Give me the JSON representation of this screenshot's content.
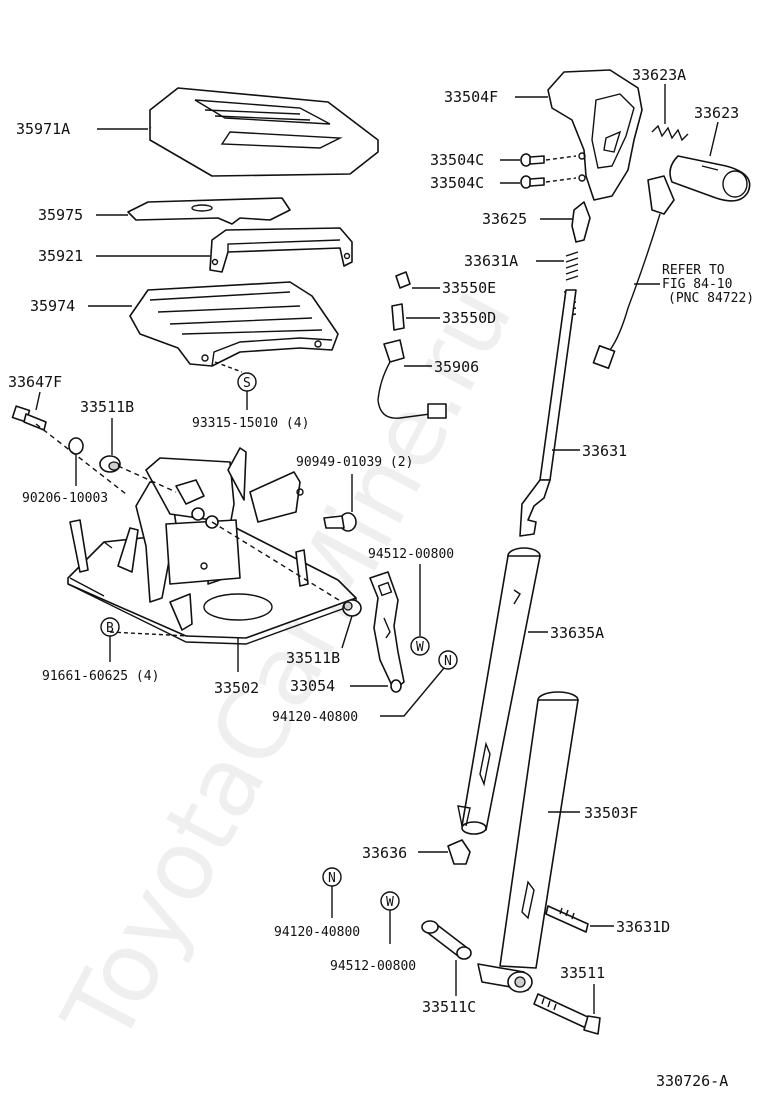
{
  "watermark": "ToyotaCarMine.ru",
  "figure_code": "330726-A",
  "refer": {
    "line1": "REFER TO",
    "line2": "FIG 84-10",
    "line3": "(PNC 84722)"
  },
  "callouts": {
    "p35971A": "35971A",
    "p35975": "35975",
    "p35921": "35921",
    "p35974": "35974",
    "p93315": "93315-15010 (4)",
    "sym_s1": "S",
    "p33647F": "33647F",
    "p33511B_top": "33511B",
    "p90206": "90206-10003",
    "p90949": "90949-01039 (2)",
    "p94512_a": "94512-00800",
    "sym_w1": "W",
    "sym_b1": "B",
    "p33511B_bot": "33511B",
    "p91661": "91661-60625 (4)",
    "p33502": "33502",
    "p33054": "33054",
    "sym_n1": "N",
    "p94120_a": "94120-40800",
    "p33504F": "33504F",
    "p33623A": "33623A",
    "p33623": "33623",
    "p33504C_1": "33504C",
    "p33504C_2": "33504C",
    "p33625": "33625",
    "p33631A": "33631A",
    "p33550E": "33550E",
    "p33550D": "33550D",
    "p35906": "35906",
    "p33631": "33631",
    "p33635A": "33635A",
    "p33503F": "33503F",
    "p33636": "33636",
    "p33631D": "33631D",
    "p33511": "33511",
    "p33511C": "33511C",
    "sym_n2": "N",
    "p94120_b": "94120-40800",
    "sym_w2": "W",
    "p94512_b": "94512-00800"
  }
}
